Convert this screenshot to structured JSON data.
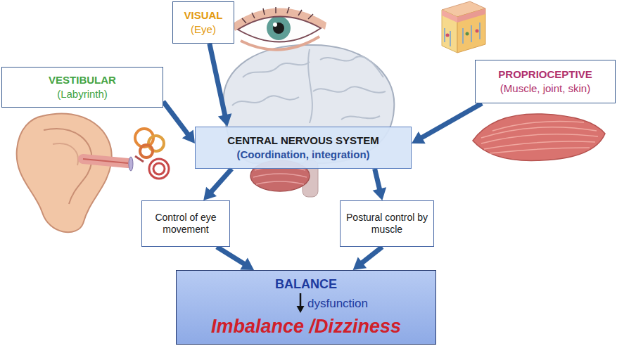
{
  "diagram": {
    "nodes": [
      {
        "text": [
          "VISUAL",
          "(Eye)"
        ]
      },
      {
        "text": [
          "VESTIBULAR",
          "(Labyrinth)"
        ]
      },
      {
        "text": [
          "PROPRIOCEPTIVE",
          "(Muscle, joint, skin)"
        ]
      },
      {
        "text": [
          "CENTRAL NERVOUS SYSTEM",
          "(Coordination, integration)"
        ]
      },
      {
        "text": [
          "Control of eye movement"
        ]
      },
      {
        "text": [
          "Postural control by muscle"
        ]
      },
      {
        "text": [
          "BALANCE",
          "dysfunction",
          "Imbalance /Dizziness"
        ]
      }
    ],
    "edges": [
      {
        "from": 0,
        "to": 3,
        "arrow": "to"
      },
      {
        "from": 1,
        "to": 3,
        "arrow": "to"
      },
      {
        "from": 2,
        "to": 3,
        "arrow": "to"
      },
      {
        "from": 3,
        "to": 4,
        "arrow": "to"
      },
      {
        "from": 3,
        "to": 5,
        "arrow": "to"
      },
      {
        "from": 4,
        "to": 6,
        "arrow": "to"
      },
      {
        "from": 5,
        "to": 6,
        "arrow": "to"
      }
    ]
  }
}
